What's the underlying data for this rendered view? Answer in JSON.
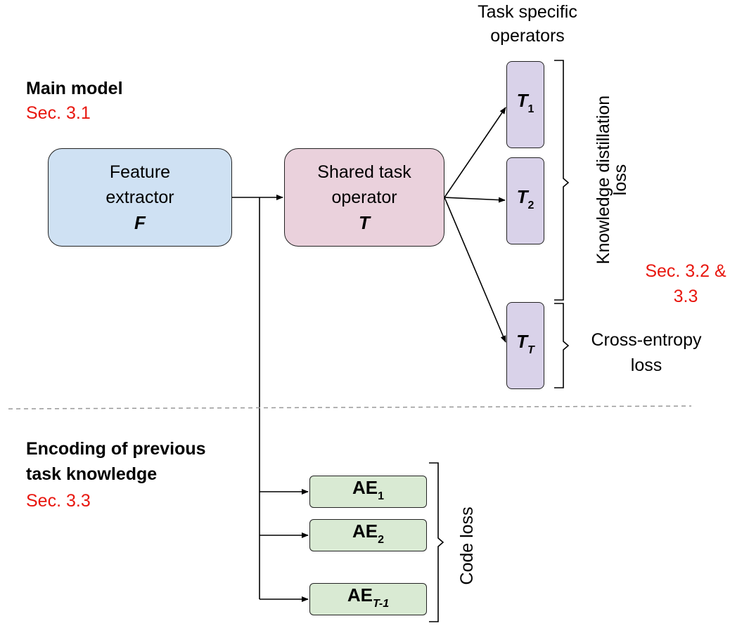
{
  "main_model": {
    "title": "Main model",
    "section": "Sec. 3.1"
  },
  "encoding": {
    "title_line1": "Encoding of previous",
    "title_line2": "task knowledge",
    "section": "Sec. 3.3"
  },
  "feature_extractor": {
    "line1": "Feature",
    "line2": "extractor",
    "symbol": "F"
  },
  "shared_operator": {
    "line1": "Shared task",
    "line2": "operator",
    "symbol": "T"
  },
  "task_specific": {
    "line1": "Task  specific",
    "line2": "operators"
  },
  "operators": [
    {
      "base": "T",
      "sub": "1"
    },
    {
      "base": "T",
      "sub": "2"
    },
    {
      "base": "T",
      "sub": "T"
    }
  ],
  "autoencoders": [
    {
      "base": "AE",
      "sub": "1"
    },
    {
      "base": "AE",
      "sub": "2"
    },
    {
      "base": "AE",
      "sub": "T-1"
    }
  ],
  "losses": {
    "kd_line1": "Knowledge distillation",
    "kd_line2": "loss",
    "ce_line1": "Cross-entropy",
    "ce_line2": "loss",
    "code": "Code loss",
    "section_line1": "Sec. 3.2 &",
    "section_line2": "3.3"
  },
  "colors": {
    "section_red": "#e8170f",
    "feature_box": "#cfe1f3",
    "shared_box": "#ead1dc",
    "operator_box": "#d9d2e9",
    "ae_box": "#d9ead3"
  }
}
